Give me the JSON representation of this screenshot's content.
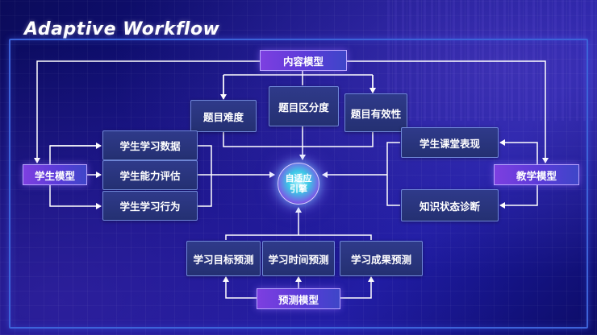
{
  "title": "Adaptive Workflow",
  "models": {
    "content": "内容模型",
    "student": "学生模型",
    "teaching": "教学模型",
    "prediction": "预测模型"
  },
  "content_items": [
    "题目难度",
    "题目区分度",
    "题目有效性"
  ],
  "student_items": [
    "学生学习数据",
    "学生能力评估",
    "学生学习行为"
  ],
  "teaching_items": [
    "学生课堂表现",
    "知识状态诊断"
  ],
  "prediction_items": [
    "学习目标预测",
    "学习时间预测",
    "学习成果预测"
  ],
  "engine": {
    "line1": "自适应",
    "line2": "引擎"
  },
  "colors": {
    "background": "#14128a",
    "frame": "#3d63d9",
    "box": "#2a3580",
    "model_accent": "#7d3fe0",
    "line": "#ffffff"
  }
}
